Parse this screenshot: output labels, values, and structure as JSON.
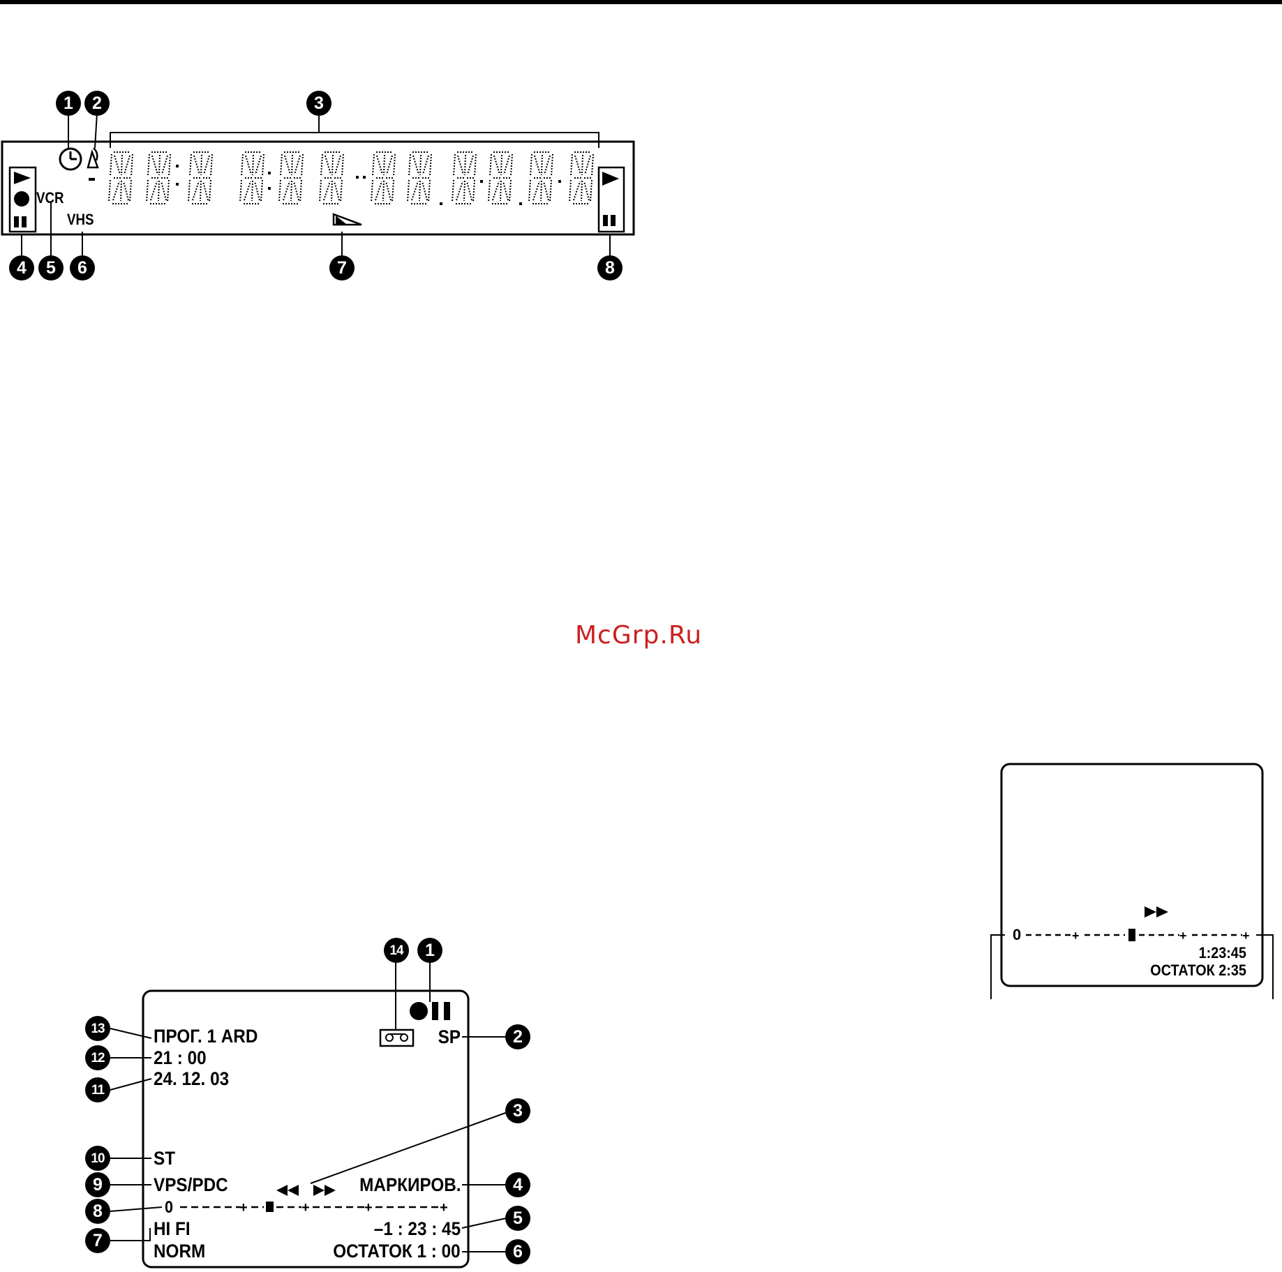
{
  "front_display": {
    "callouts": [
      "1",
      "2",
      "3",
      "4",
      "5",
      "6",
      "7",
      "8"
    ],
    "vcr_label": "VCR",
    "vhs_label": "VHS",
    "icons": [
      "clock-icon",
      "satellite-icon",
      "play-icon",
      "record-icon",
      "pause-icon",
      "segment-digits",
      "cassette-direction-icon"
    ]
  },
  "watermark": "McGrp.Ru",
  "osd_screen": {
    "callouts": [
      "1",
      "2",
      "3",
      "4",
      "5",
      "6",
      "7",
      "8",
      "9",
      "10",
      "11",
      "12",
      "13",
      "14"
    ],
    "program": "ПРОГ.  1 ARD",
    "time": "21 : 00",
    "date": "24. 12. 03",
    "stereo": "ST",
    "vps": "VPS/PDC",
    "tape_speed": "SP",
    "marker": "МАРКИРОВ.",
    "index_zero": "0",
    "counter": "–1 : 23 : 45",
    "hifi": "HI FI",
    "norm": "NORM",
    "remain": "ОСТАТОК   1 : 00"
  },
  "small_screen": {
    "index_zero": "0",
    "counter": "1:23:45",
    "remain": "ОСТАТОК   2:35"
  }
}
